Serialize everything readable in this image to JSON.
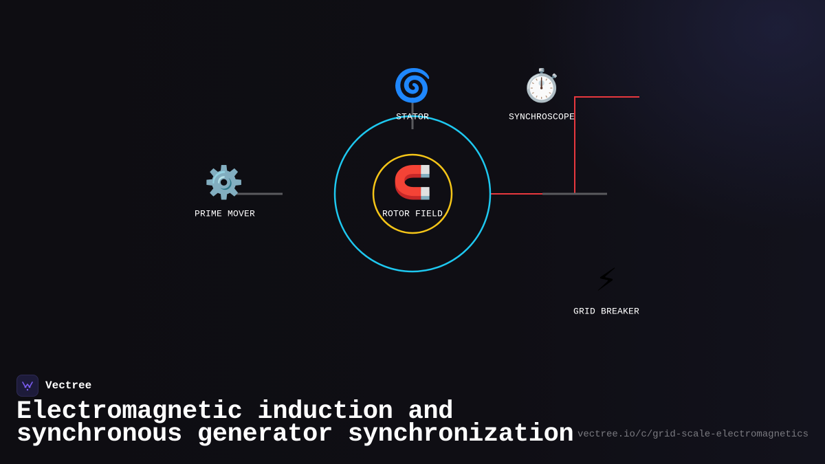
{
  "brand": {
    "name": "Vectree",
    "logo_icon": "vectree-logo-icon",
    "accent_color": "#7b5cf0"
  },
  "headline": {
    "line1": "Electromagnetic induction and",
    "line2": "synchronous generator synchronization"
  },
  "source_url": "vectree.io/c/grid-scale-electromagnetics",
  "diagram": {
    "colors": {
      "stator_ring": "#1ec8f0",
      "rotor_ring": "#f5c518",
      "power_link": "#e8383e",
      "shaft_link": "#5a5a5e"
    },
    "nodes": [
      {
        "id": "stator",
        "label": "STATOR",
        "icon": "cyclone-icon",
        "glyph": "🌀"
      },
      {
        "id": "synchroscope",
        "label": "SYNCHROSCOPE",
        "icon": "stopwatch-icon",
        "glyph": "⏱️"
      },
      {
        "id": "prime-mover",
        "label": "PRIME MOVER",
        "icon": "gear-icon",
        "glyph": "⚙️"
      },
      {
        "id": "rotor-field",
        "label": "ROTOR FIELD",
        "icon": "magnet-icon",
        "glyph": "🧲"
      },
      {
        "id": "grid-breaker",
        "label": "GRID BREAKER",
        "icon": "lightning-icon",
        "glyph": "⚡"
      }
    ]
  }
}
